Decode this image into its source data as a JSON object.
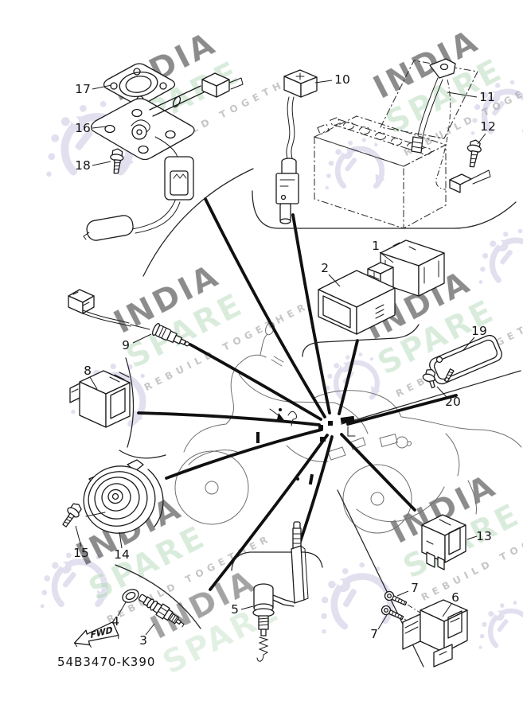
{
  "diagram": {
    "drawing_code": "54B3470-K390",
    "fwd_label": "FWD",
    "callouts": {
      "c1": "1",
      "c2": "2",
      "c3": "3",
      "c4": "4",
      "c5": "5",
      "c6": "6",
      "c7a": "7",
      "c7b": "7",
      "c8": "8",
      "c9": "9",
      "c10": "10",
      "c11": "11",
      "c12": "12",
      "c13": "13",
      "c14": "14",
      "c15": "15",
      "c16": "16",
      "c17": "17",
      "c18": "18",
      "c19": "19",
      "c20": "20"
    }
  },
  "watermark": {
    "brand_line1": "INDIA",
    "brand_line2": "SPARE",
    "tagline": "REBUILD TOGETHER",
    "india_color": "#eec염a2",
    "spare_color": "#abd5b2",
    "tagline_color": "#a0a0a0",
    "logo_color": "#b9b4d8"
  },
  "canvas": {
    "background": "#ffffff",
    "line_color": "#1b1b1b"
  }
}
